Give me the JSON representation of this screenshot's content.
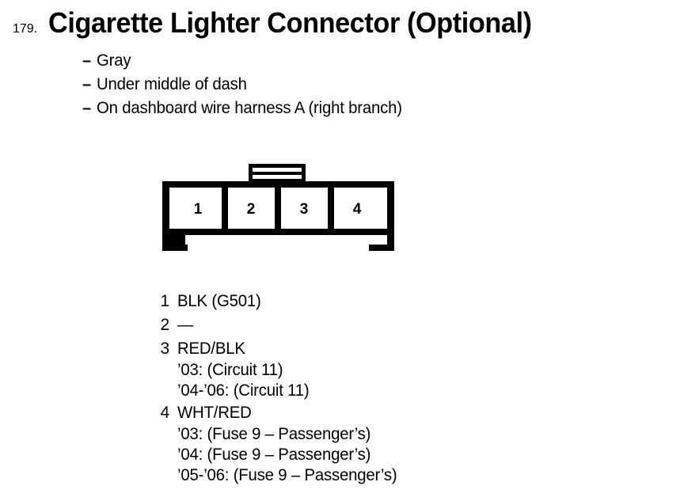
{
  "title": {
    "number": "179.",
    "text": "Cigarette Lighter Connector (Optional)"
  },
  "description": {
    "dash": "–",
    "items": [
      {
        "text": "Gray"
      },
      {
        "text": "Under middle of dash"
      },
      {
        "text": "On dashboard wire harness A (right branch)"
      }
    ]
  },
  "connector": {
    "cavities": [
      {
        "number": "1"
      },
      {
        "number": "2"
      },
      {
        "number": "3"
      },
      {
        "number": "4"
      }
    ],
    "stroke_color": "#000000",
    "fill_color": "#ffffff"
  },
  "pins": [
    {
      "number": "1",
      "name": "BLK (G501)",
      "sublines": []
    },
    {
      "number": "2",
      "name": "—",
      "sublines": []
    },
    {
      "number": "3",
      "name": "RED/BLK",
      "sublines": [
        {
          "text": "’03: (Circuit 11)"
        },
        {
          "text": "’04-’06: (Circuit 11)"
        }
      ]
    },
    {
      "number": "4",
      "name": "WHT/RED",
      "sublines": [
        {
          "text": "’03: (Fuse 9 – Passenger’s)"
        },
        {
          "text": "’04: (Fuse 9 – Passenger’s)"
        },
        {
          "text": "’05-’06: (Fuse 9 – Passenger’s)"
        }
      ]
    }
  ]
}
